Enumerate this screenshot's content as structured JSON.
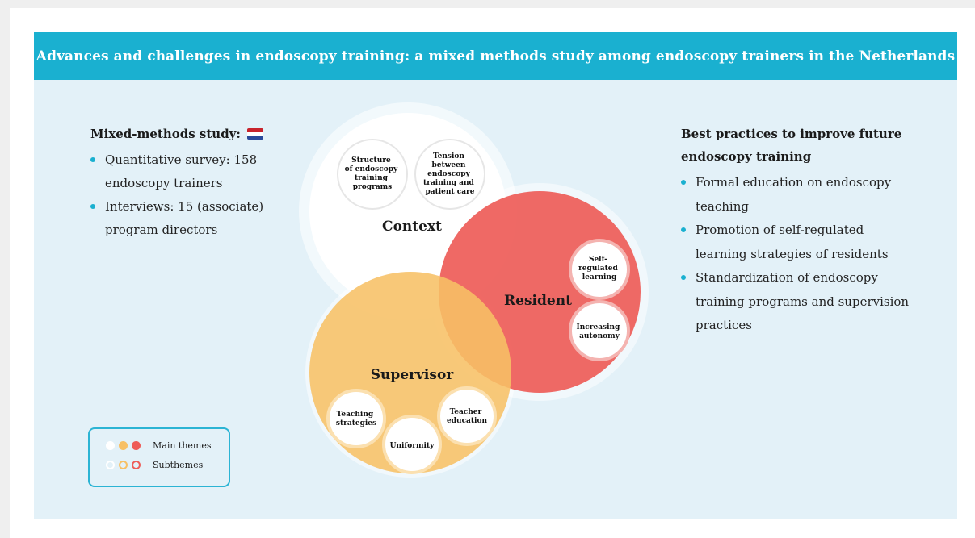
{
  "title": "Advances and challenges in endoscopy training: a mixed methods study among endoscopy trainers in the Netherlands",
  "colors": {
    "banner": "#1ab0d0",
    "panel": "#e3f1f8",
    "context": "#ffffff",
    "resident": "#ee5c58",
    "supervisor": "#f7c065",
    "bullet": "#1ab0d0",
    "flag": [
      "#c8232c",
      "#ffffff",
      "#2a4a9b"
    ]
  },
  "left": {
    "heading": "Mixed-methods study:",
    "flag_icon": "netherlands-flag-icon",
    "bullets": [
      [
        "Quantitative survey: 158",
        "endoscopy trainers"
      ],
      [
        "Interviews: 15 (associate)",
        "program directors"
      ]
    ]
  },
  "right": {
    "heading": [
      "Best practices to improve future",
      "endoscopy training"
    ],
    "bullets": [
      [
        "Formal education on endoscopy",
        "teaching"
      ],
      [
        "Promotion of self-regulated",
        "learning strategies of residents"
      ],
      [
        "Standardization of endoscopy",
        "training programs and supervision",
        "practices"
      ]
    ]
  },
  "diagram": {
    "main_themes": {
      "context": "Context",
      "resident": "Resident",
      "supervisor": "Supervisor"
    },
    "subthemes": {
      "context": [
        [
          "Structure",
          "of endoscopy",
          "training",
          "programs"
        ],
        [
          "Tension",
          "between",
          "endoscopy",
          "training and",
          "patient care"
        ]
      ],
      "resident": [
        [
          "Self-",
          "regulated",
          "learning"
        ],
        [
          "Increasing",
          "autonomy"
        ]
      ],
      "supervisor": [
        [
          "Teaching",
          "strategies"
        ],
        [
          "Uniformity"
        ],
        [
          "Teacher",
          "education"
        ]
      ]
    }
  },
  "legend": {
    "main_label": "Main themes",
    "sub_label": "Subthemes"
  }
}
